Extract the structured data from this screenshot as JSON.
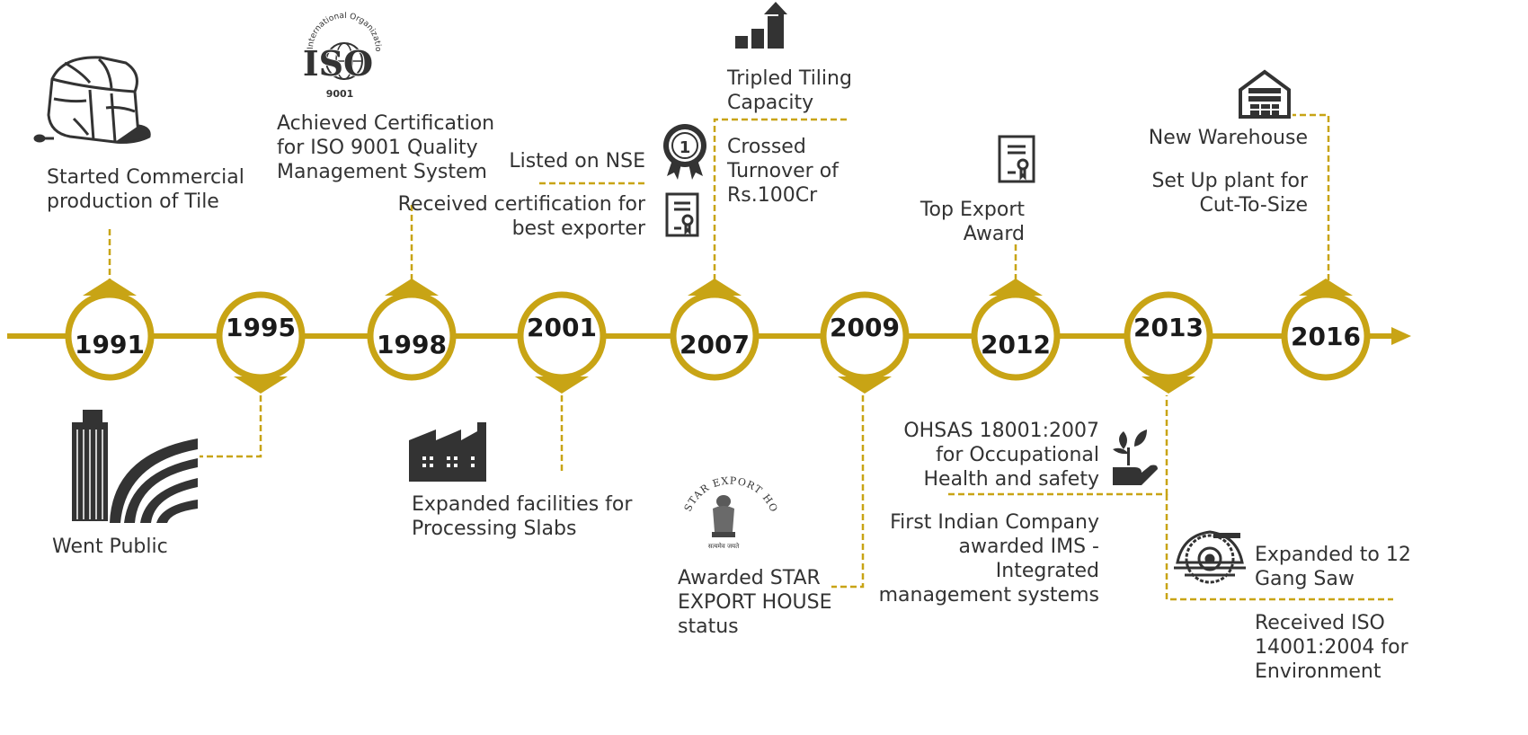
{
  "colors": {
    "accent": "#c8a415",
    "text": "#333333",
    "icon": "#333333"
  },
  "milestones": [
    {
      "year": "1991",
      "events": [
        {
          "lines": [
            "Started Commercial",
            "production of Tile"
          ],
          "icon": "stone-block-icon"
        }
      ]
    },
    {
      "year": "1995",
      "events": [
        {
          "lines": [
            "Went Public"
          ],
          "icon": "stock-exchange-building-icon"
        }
      ]
    },
    {
      "year": "1998",
      "events": [
        {
          "lines": [
            "Achieved Certification",
            "for ISO 9001 Quality",
            "Management System"
          ],
          "icon": "iso-9001-logo"
        }
      ]
    },
    {
      "year": "2001",
      "events": [
        {
          "lines": [
            "Expanded facilities for",
            "Processing Slabs"
          ],
          "icon": "factory-icon"
        },
        {
          "lines": [
            "Listed on NSE"
          ],
          "icon": "award-badge-icon"
        },
        {
          "lines": [
            "Received certification for",
            "best exporter"
          ],
          "icon": "certificate-icon"
        }
      ]
    },
    {
      "year": "2007",
      "events": [
        {
          "lines": [
            "Tripled Tiling",
            "Capacity"
          ],
          "icon": "growth-chart-icon"
        },
        {
          "lines": [
            "Crossed",
            "Turnover of",
            "Rs.100Cr"
          ]
        }
      ]
    },
    {
      "year": "2009",
      "events": [
        {
          "lines": [
            "Awarded STAR",
            "EXPORT HOUSE",
            "status"
          ],
          "icon": "star-export-house-emblem"
        }
      ]
    },
    {
      "year": "2012",
      "events": [
        {
          "lines": [
            "Top Export",
            "Award"
          ],
          "icon": "certificate-icon"
        },
        {
          "lines": [
            "OHSAS 18001:2007",
            "for Occupational",
            "Health and safety"
          ],
          "icon": "plant-in-hand-icon"
        },
        {
          "lines": [
            "First Indian Company",
            "awarded IMS -",
            "Integrated",
            "management systems"
          ]
        }
      ]
    },
    {
      "year": "2013",
      "events": [
        {
          "lines": [
            "Expanded to 12",
            "Gang Saw"
          ],
          "icon": "circular-saw-icon"
        },
        {
          "lines": [
            "Received ISO",
            "14001:2004 for",
            "Environment"
          ]
        }
      ]
    },
    {
      "year": "2016",
      "events": [
        {
          "lines": [
            "New Warehouse"
          ],
          "icon": "warehouse-icon"
        },
        {
          "lines": [
            "Set Up plant for",
            "Cut-To-Size"
          ]
        }
      ]
    }
  ],
  "logos": {
    "iso_ring": "International Organization for Standardization",
    "iso_mark": "ISO",
    "iso_number": "9001",
    "star_ring": "STAR EXPORT HOUSE",
    "star_motto": "सत्यमेव जयते",
    "badge_number": "1"
  }
}
